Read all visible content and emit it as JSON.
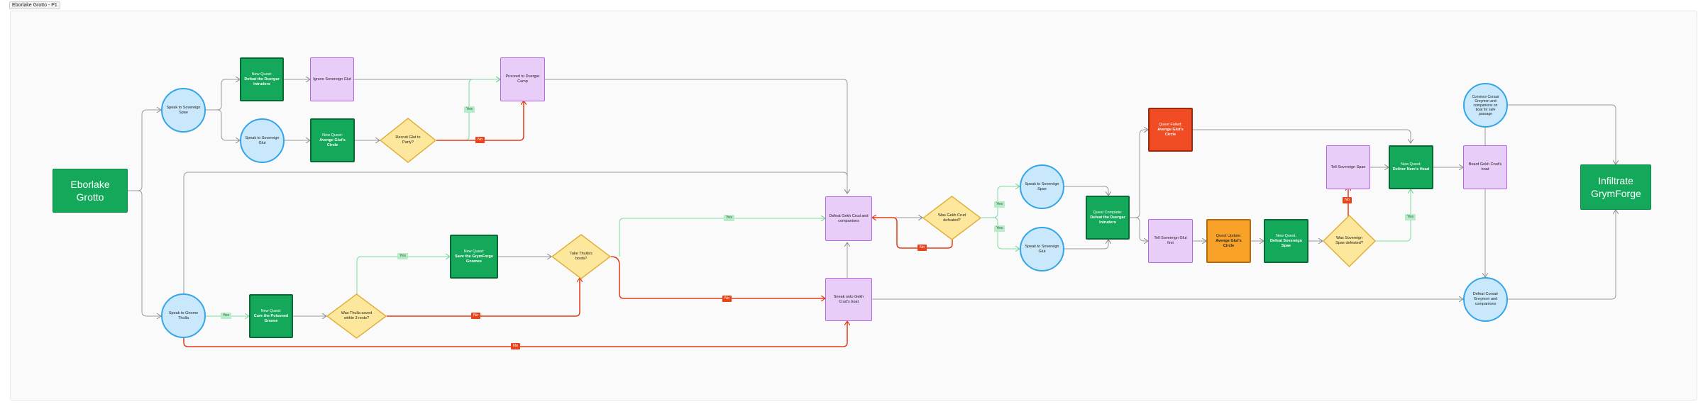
{
  "frame_title": "Eborlake Grotto - P1",
  "colors": {
    "yes_line": "#7fdca0",
    "no_line": "#e23b16",
    "default_line": "#9a9a9a"
  },
  "nodes": {
    "start": "Eborlake Grotto",
    "speak_spae_1": "Speak to Sovereign Spae",
    "new_quest_defeat_intruders_1": {
      "line1": "New Quest:",
      "line2": "Defeat the Duergar Intruders"
    },
    "ignore_glut": "Ignore Sovereign Glut",
    "proceed_camp": "Proceed to Duergar Camp",
    "speak_glut_1": "Speak to Sovereign Glut",
    "new_quest_avenge": {
      "line1": "New Quest:",
      "line2": "Avenge Glut's Circle"
    },
    "recruit_glut": "Recruit Glut to Party?",
    "speak_thulla": "Speak to Gnome Thulla",
    "new_quest_cure": {
      "line1": "New Quest:",
      "line2": "Cure the Poisoned Gnome"
    },
    "thulla_saved": "Was Thulla saved within 3 rests?",
    "new_quest_save_gnomes": {
      "line1": "New Quest:",
      "line2": "Save the GrymForge Gnomes"
    },
    "take_boots": "Take Thulla's boots?",
    "defeat_gekh": "Defeat Gekh Crud and companions",
    "sneak_boat": "Sneak onto Gekh Crud's boat",
    "gekh_defeated": "Was Gekh Crud defeated?",
    "speak_spae_2": "Speak to Sovereign Spae",
    "speak_glut_2": "Speak to Sovereign Glut",
    "quest_complete": {
      "line1": "Quest Complete:",
      "line2": "Defeat the Duergar Intruders"
    },
    "quest_failed": {
      "line1": "Quest Failed:",
      "line2": "Avenge Glut's Circle"
    },
    "tell_glut": "Tell Sovereign Glut first",
    "quest_update": {
      "line1": "Quest Update:",
      "line2": "Avenge Glut's Circle"
    },
    "new_quest_defeat_spae": {
      "line1": "New Quest:",
      "line2": "Defeat Sovereign Spae"
    },
    "spae_defeated": "Was Sovereign Spae defeated?",
    "tell_spae": "Tell Sovereign Spae",
    "new_quest_deliver": {
      "line1": "New Quest:",
      "line2": "Deliver Nere's Head"
    },
    "board_boat": "Board Gekh Crud's boat",
    "convince_corsair": "Convince Corsair Greymon and companions on boat for safe passage",
    "defeat_corsair": "Defeat Corsair Greymon and companions",
    "end": "Infiltrate GrymForge"
  },
  "edge_labels": {
    "yes": "Yes",
    "no": "No"
  }
}
